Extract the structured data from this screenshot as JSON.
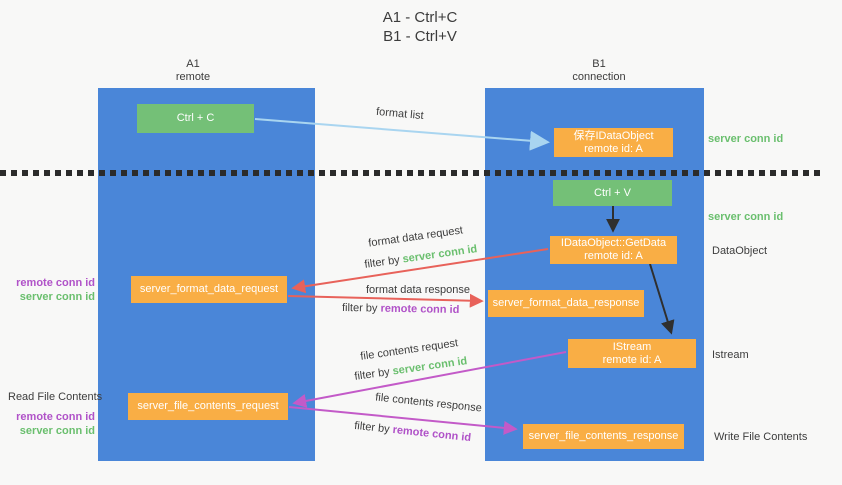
{
  "title": {
    "line1": "A1 - Ctrl+C",
    "line2": "B1 - Ctrl+V"
  },
  "columns": {
    "left": {
      "id": "A1",
      "role": "remote"
    },
    "right": {
      "id": "B1",
      "role": "connection"
    }
  },
  "boxes": {
    "ctrl_c": {
      "label": "Ctrl + C"
    },
    "save_dataobject": {
      "line1": "保存IDataObject",
      "line2": "remote id: A"
    },
    "ctrl_v": {
      "label": "Ctrl + V"
    },
    "getdata": {
      "line1": "IDataObject::GetData",
      "line2": "remote id: A"
    },
    "format_request": {
      "label": "server_format_data_request"
    },
    "format_response": {
      "label": "server_format_data_response"
    },
    "istream": {
      "line1": "IStream",
      "line2": "remote id: A"
    },
    "file_request": {
      "label": "server_file_contents_request"
    },
    "file_response": {
      "label": "server_file_contents_response"
    }
  },
  "arrow_labels": {
    "format_list": "format list",
    "format_data_request": "format data request",
    "format_data_response": "format data response",
    "file_contents_request": "file contents request",
    "file_contents_response": "file contents response",
    "filter_by": "filter by",
    "server_conn_id": "server conn id",
    "remote_conn_id": "remote conn id"
  },
  "side_labels": {
    "server_conn_id_top": "server conn id",
    "server_conn_id_mid": "server conn id",
    "dataobject": "DataObject",
    "istream": "Istream",
    "write_file_contents": "Write File Contents",
    "read_file_contents": "Read File Contents",
    "remote_conn_id": "remote conn id",
    "server_conn_id": "server conn id"
  },
  "colors": {
    "column_blue": "#4a86d8",
    "box_green": "#74c077",
    "box_orange": "#f9ae45",
    "arrow_red": "#e8625a",
    "arrow_magenta": "#c35ac8",
    "arrow_lightblue": "#a9d5f0",
    "arrow_black": "#2f2f2f",
    "label_green": "#6abf6e",
    "label_purple": "#b052c8",
    "text_dark": "#3d3d3d"
  }
}
